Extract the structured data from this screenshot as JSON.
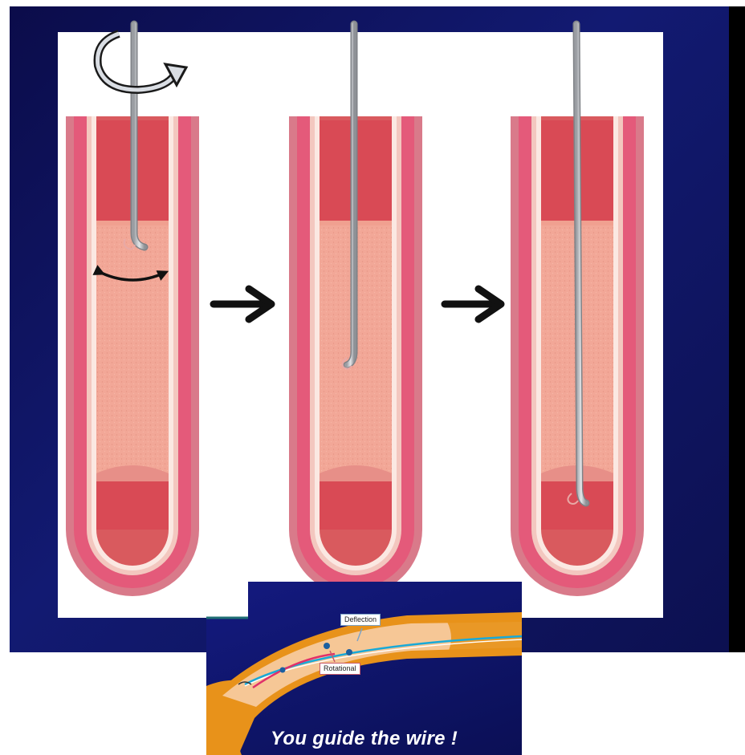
{
  "diagram": {
    "steps": [
      "rotate-wire-tip",
      "advance-wire",
      "wire-reaches-distal"
    ],
    "colors": {
      "slide_background": "#0e1266",
      "vessel_wall": "#e0607a",
      "vessel_lumen": "#f2a797",
      "blood": "#d94a55",
      "wire": "#c9ccd0"
    }
  },
  "inset": {
    "label_deflection": "Deflection",
    "label_rotational": "Rotational",
    "caption": "You guide the wire !"
  }
}
